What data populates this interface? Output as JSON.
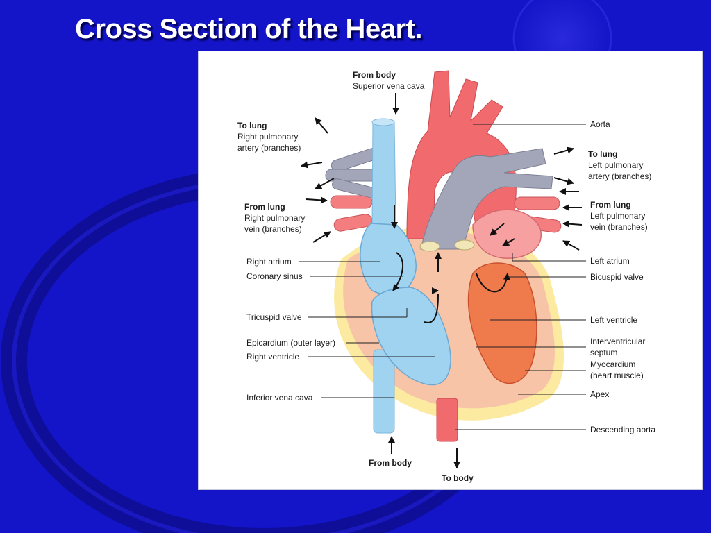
{
  "slide": {
    "title": "Cross Section of the Heart."
  },
  "labels": {
    "from_body_top_title": "From body",
    "from_body_top_sub": "Superior vena cava",
    "to_lung_right_title": "To lung",
    "to_lung_right_line1": "Right pulmonary",
    "to_lung_right_line2": "artery (branches)",
    "from_lung_right_title": "From lung",
    "from_lung_right_line1": "Right pulmonary",
    "from_lung_right_line2": "vein (branches)",
    "right_atrium": "Right atrium",
    "coronary_sinus": "Coronary sinus",
    "tricuspid_valve": "Tricuspid valve",
    "epicardium": "Epicardium (outer layer)",
    "right_ventricle": "Right ventricle",
    "inferior_vena_cava": "Inferior vena cava",
    "from_body_bottom": "From body",
    "to_body": "To body",
    "aorta": "Aorta",
    "to_lung_left_title": "To lung",
    "to_lung_left_line1": "Left pulmonary",
    "to_lung_left_line2": "artery (branches)",
    "from_lung_left_title": "From lung",
    "from_lung_left_line1": "Left pulmonary",
    "from_lung_left_line2": "vein (branches)",
    "left_atrium": "Left atrium",
    "bicuspid_valve": "Bicuspid valve",
    "left_ventricle": "Left ventricle",
    "interventricular_line1": "Interventricular",
    "interventricular_line2": "septum",
    "myocardium_line1": "Myocardium",
    "myocardium_line2": "(heart muscle)",
    "apex": "Apex",
    "descending_aorta": "Descending aorta"
  },
  "colors": {
    "slide_background": "#1414c8",
    "oxygen_poor_blood": "#9fd3f0",
    "oxygen_rich_blood": "#f06a6e",
    "pulmonary_artery": "#a3a6b8",
    "myocardium": "#f7c4a8",
    "epicardium_fat": "#fbeaa0"
  }
}
